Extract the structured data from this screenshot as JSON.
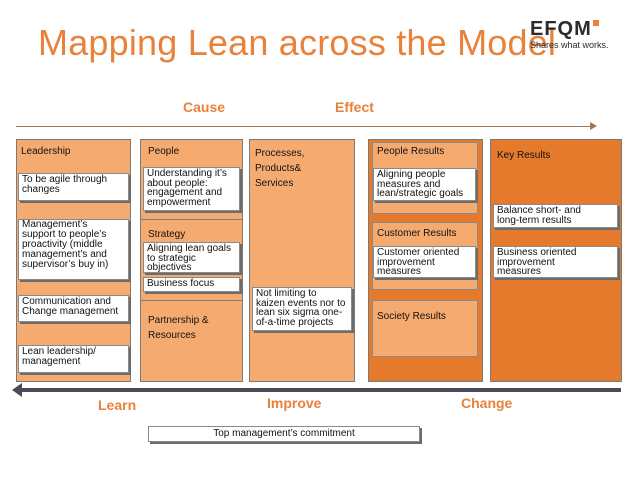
{
  "title": "Mapping Lean across the Model",
  "logo": {
    "name": "EFQM",
    "tagline": "Shares what works."
  },
  "flow_labels": {
    "cause": "Cause",
    "effect": "Effect",
    "learn": "Learn",
    "improve": "Improve",
    "change": "Change"
  },
  "enablers": {
    "leadership": {
      "header": "Leadership",
      "items": [
        "To be agile through\nchanges",
        "Management’s\nsupport to people’s\nproactivity (middle\nmanagement’s and\nsupervisor’s buy in)",
        "Communication and\nChange management",
        "Lean leadership/\nmanagement"
      ]
    },
    "people": {
      "header": "People",
      "items": [
        "Understanding it’s\nabout people:\nengagement and\nempowerment"
      ]
    },
    "strategy": {
      "header": "Strategy",
      "items": [
        "Aligning lean goals\nto strategic\nobjectives",
        "Business focus"
      ]
    },
    "partnership": {
      "header": "Partnership &\nResources"
    },
    "processes": {
      "header": "Processes,\nProducts&\nServices",
      "items": [
        "Not limiting to\nkaizen events nor to\nlean six sigma one-\nof-a-time projects"
      ]
    }
  },
  "results": {
    "people_results": {
      "header": "People Results",
      "items": [
        "Aligning people\nmeasures and\nlean/strategic goals"
      ]
    },
    "customer_results": {
      "header": "Customer Results",
      "items": [
        "Customer oriented\nimprovement\nmeasures"
      ]
    },
    "society_results": {
      "header": "Society Results"
    },
    "key_results": {
      "header": "Key Results",
      "items": [
        "Balance short- and\nlong-term results",
        "Business oriented\nimprovement\nmeasures"
      ]
    }
  },
  "footer_box": "Top management’s commitment",
  "colors": {
    "light_orange": "#f5ab70",
    "dark_orange": "#e57a2c",
    "accent": "#e8823a",
    "arrow_dark": "#4a4a57"
  }
}
